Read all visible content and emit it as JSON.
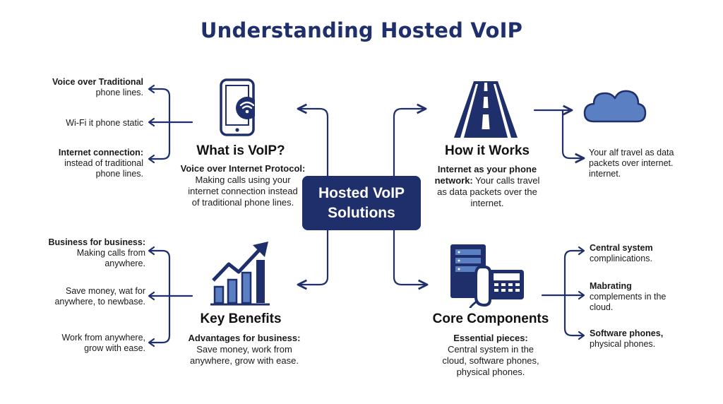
{
  "title": "Understanding Hosted VoIP",
  "hub": {
    "line1": "Hosted VoIP",
    "line2": "Solutions"
  },
  "what": {
    "title": "What is VoIP?",
    "lead": "Voice over Internet Protocol:",
    "lines": [
      "Making calls using your",
      "internet connection instead",
      "of traditional phone lines."
    ],
    "notes": [
      {
        "l1": "Voice over Traditional",
        "l2": "phone lines."
      },
      {
        "l1": "Wi-Fi it phone static",
        "l2": ""
      },
      {
        "l1": "Internet connection:",
        "l2": "instead of traditional",
        "l3": "phone lines."
      }
    ]
  },
  "how": {
    "title": "How it Works",
    "lead1": "Internet as your phone",
    "lead2": "network:",
    "rest2": " Your calls travel",
    "lines": [
      "as data packets over the",
      "internet."
    ],
    "notes": [
      {
        "l1": "Your alf travel as data",
        "l2": "packets over internet.",
        "l3": "internet."
      }
    ]
  },
  "benefits": {
    "title": "Key Benefits",
    "lead": "Advantages for business:",
    "lines": [
      "Save money, work from",
      "anywhere, grow with ease."
    ],
    "notes": [
      {
        "l1": "Business for business:",
        "l2": "Making calls from",
        "l3": "anywhere."
      },
      {
        "l1": "Save money, wat for",
        "l2": "anywhere, to newbase."
      },
      {
        "l1": "Work from anywhere,",
        "l2": "grow with ease."
      }
    ]
  },
  "core": {
    "title": "Core Components",
    "lead": "Essential pieces:",
    "lines": [
      "Central system in the",
      "cloud, software phones,",
      "physical phones."
    ],
    "notes": [
      {
        "l1": "Central system",
        "l2": "complinications."
      },
      {
        "l1": "Mabrating",
        "l2": "complements in the",
        "l3": "cloud."
      },
      {
        "l1": "Software phones,",
        "l2": "physical phones."
      }
    ]
  },
  "colors": {
    "navy": "#1e2f6b",
    "cloud": "#5b7fc3",
    "cloud_stroke": "#1e2f6b"
  },
  "icons": [
    "smartphone-wifi-icon",
    "road-icon",
    "cloud-icon",
    "growth-chart-icon",
    "server-phone-icon"
  ]
}
